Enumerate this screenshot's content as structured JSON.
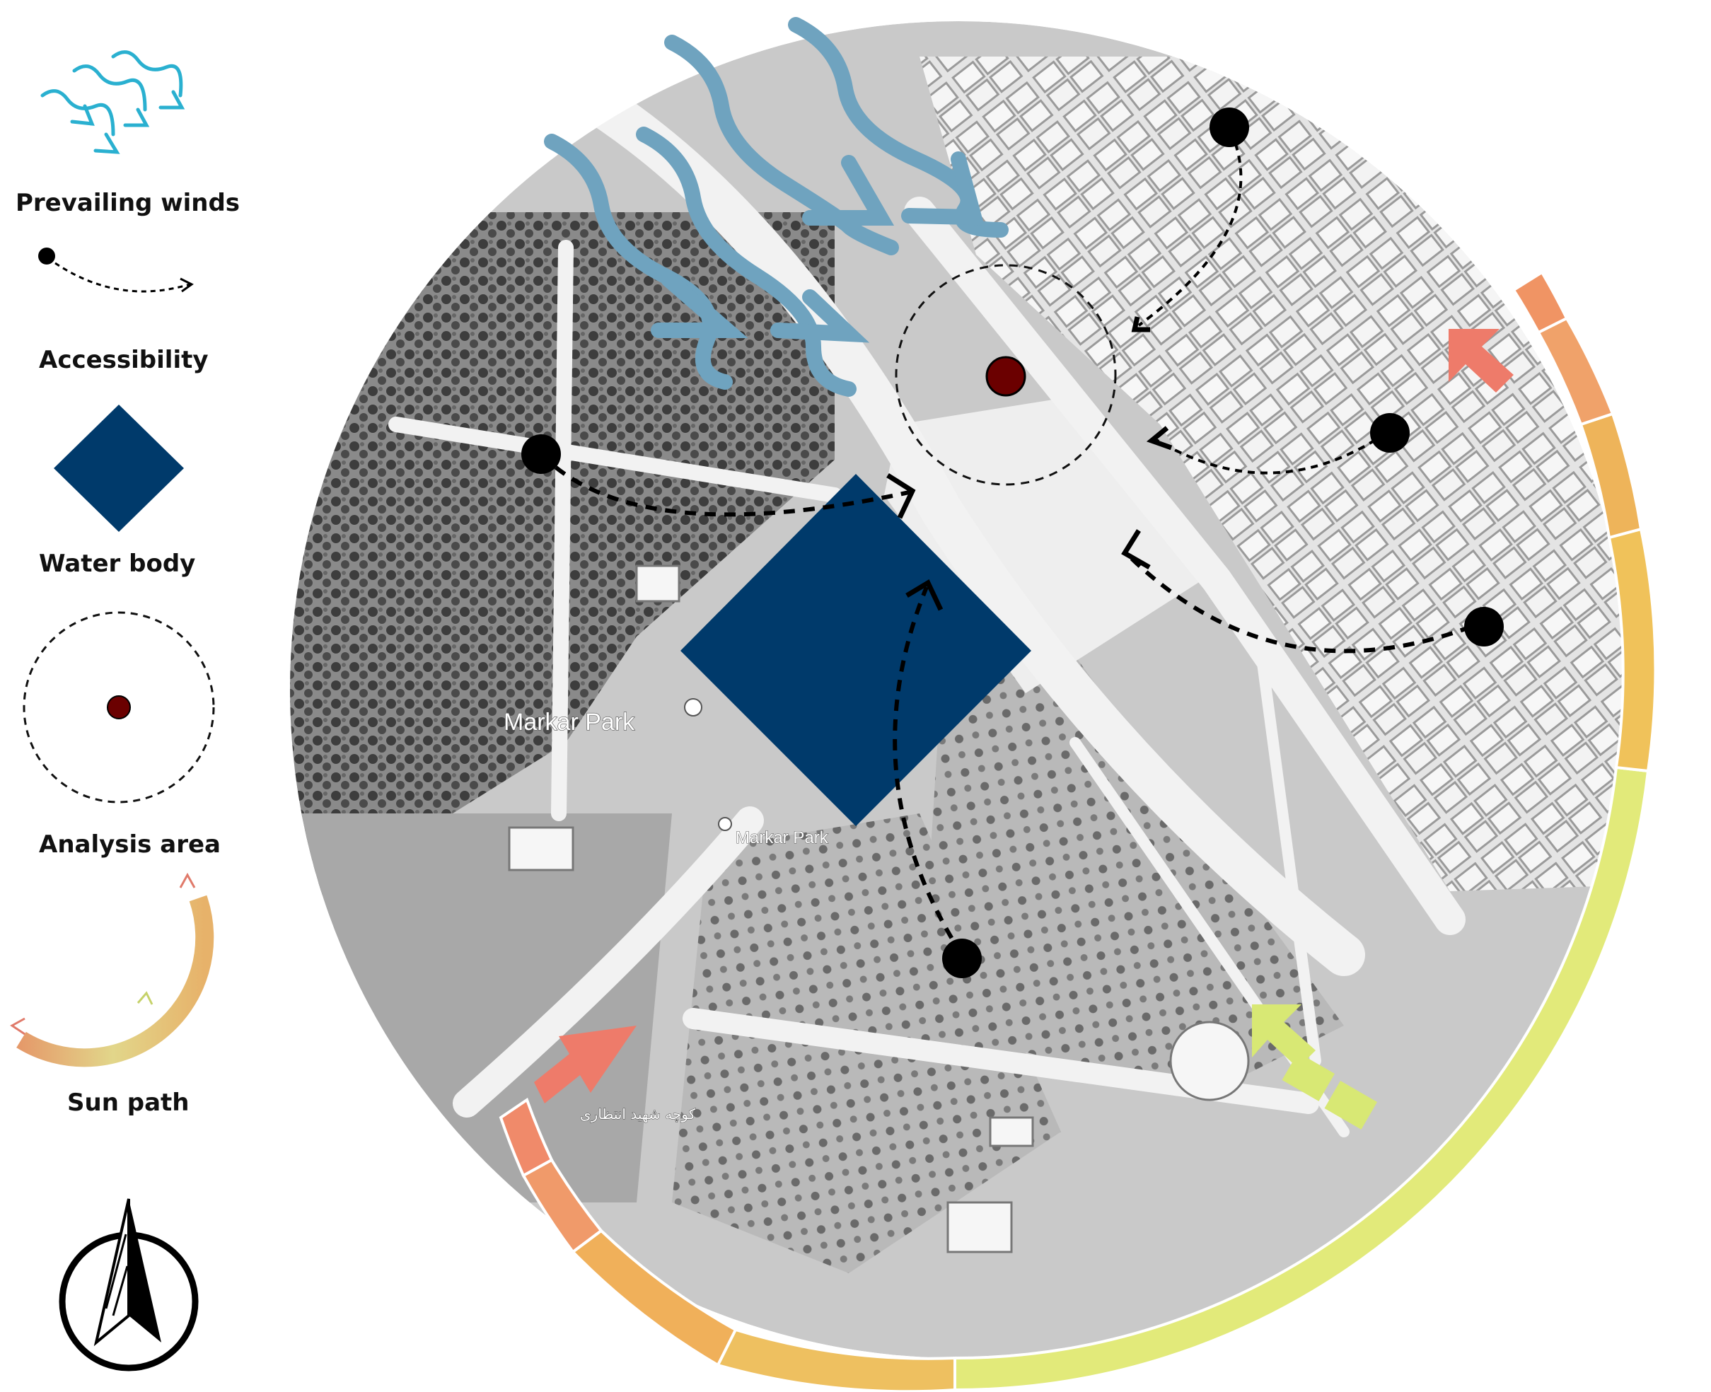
{
  "legend": {
    "winds_label": "Prevailing winds",
    "accessibility_label": "Accessibility",
    "water_label": "Water body",
    "analysis_label": "Analysis area",
    "sun_label": "Sun path"
  },
  "map": {
    "place_label_main": "Markar Park",
    "place_label_secondary": "Markar Park",
    "street_label": "کوچه شهید انتظاری"
  },
  "colors": {
    "wind": "#6fa3bf",
    "wind_legend": "#2ab0d0",
    "water": "#003a6b",
    "analysis_point": "#6b0000",
    "sun_start": "#f08a5a",
    "sun_mid": "#f2c45a",
    "sun_end": "#dfe97a",
    "sun_arrow_red": "#ee7b6a",
    "sun_arrow_green": "#d8e874"
  },
  "icons": [
    "wind-icon",
    "access-path-icon",
    "water-diamond-icon",
    "analysis-circle-icon",
    "sun-path-icon",
    "north-arrow-icon"
  ]
}
